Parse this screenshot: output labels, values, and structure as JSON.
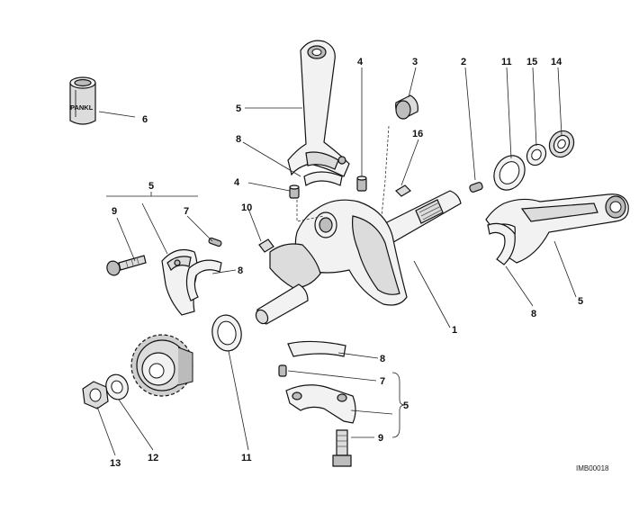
{
  "callouts": {
    "c1": "1",
    "c2": "2",
    "c3": "3",
    "c4a": "4",
    "c4b": "4",
    "c5a": "5",
    "c5b": "5",
    "c5c": "5",
    "c5d": "5",
    "c6": "6",
    "c7a": "7",
    "c7b": "7",
    "c8a": "8",
    "c8b": "8",
    "c8c": "8",
    "c8d": "8",
    "c9a": "9",
    "c9b": "9",
    "c10": "10",
    "c11a": "11",
    "c11b": "11",
    "c12": "12",
    "c13": "13",
    "c14": "14",
    "c15": "15",
    "c16": "16"
  },
  "bearing_brand": "PANKL",
  "image_code": "IMB00018"
}
